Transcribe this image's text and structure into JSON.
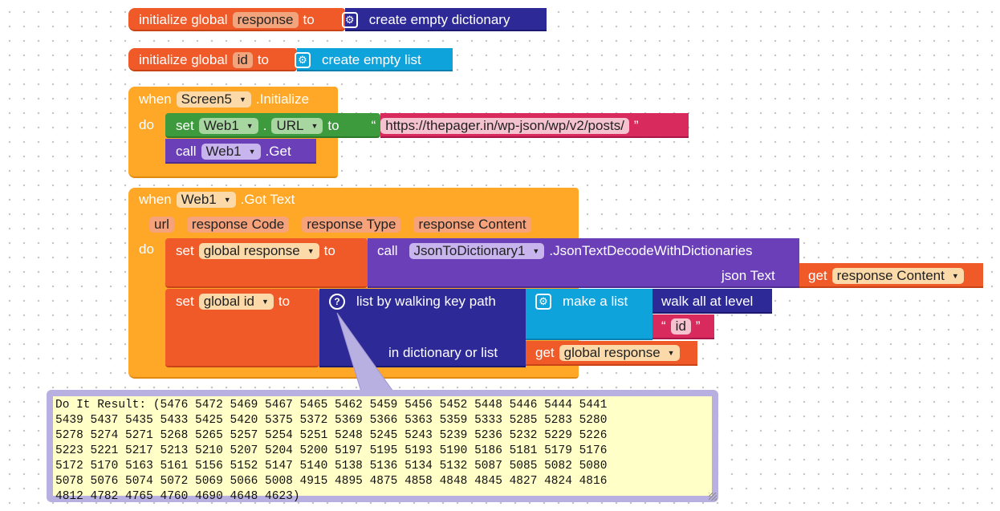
{
  "blocks": {
    "init_response": {
      "kw1": "initialize global",
      "var": "response",
      "kw2": "to",
      "value": "create empty dictionary"
    },
    "init_id": {
      "kw1": "initialize global",
      "var": "id",
      "kw2": "to",
      "value": "create empty list"
    },
    "screen_init": {
      "when": "when",
      "component": "Screen5",
      "event": ".Initialize",
      "do": "do",
      "set_kw": "set",
      "set_component": "Web1",
      "dot": ".",
      "set_prop": "URL",
      "to": "to",
      "url_open_quote": "“",
      "url_value": "https://thepager.in/wp-json/wp/v2/posts/",
      "url_close_quote": "”",
      "call_kw": "call",
      "call_component": "Web1",
      "call_method": ".Get"
    },
    "got_text": {
      "when": "when",
      "component": "Web1",
      "event": ".Got Text",
      "params": [
        "url",
        "response Code",
        "response Type",
        "response Content"
      ],
      "do": "do",
      "set1_kw": "set",
      "set1_var": "global response",
      "set1_to": "to",
      "call_kw": "call",
      "call_component": "JsonToDictionary1",
      "call_method": ".JsonTextDecodeWithDictionaries",
      "json_text_label": "json Text",
      "get_kw": "get",
      "get_var": "response Content",
      "set2_kw": "set",
      "set2_var": "global id",
      "set2_to": "to",
      "walk_label": "list by walking key path",
      "make_list": "make a list",
      "walk_all": "walk all at level",
      "id_open_quote": "“",
      "id_value": "id",
      "id_close_quote": "”",
      "in_dict_label": "in dictionary or list",
      "get2_kw": "get",
      "get2_var": "global response"
    }
  },
  "result": {
    "text": "Do It Result: (5476 5472 5469 5467 5465 5462 5459 5456 5452 5448 5446 5444 5441\n5439 5437 5435 5433 5425 5420 5375 5372 5369 5366 5363 5359 5333 5285 5283 5280\n5278 5274 5271 5268 5265 5257 5254 5251 5248 5245 5243 5239 5236 5232 5229 5226\n5223 5221 5217 5213 5210 5207 5204 5200 5197 5195 5193 5190 5186 5181 5179 5176\n5172 5170 5163 5161 5156 5152 5147 5140 5138 5136 5134 5132 5087 5085 5082 5080\n5078 5076 5074 5072 5069 5066 5008 4915 4895 4875 4858 4848 4845 4827 4824 4816\n4812 4782 4765 4760 4690 4648 4623)"
  },
  "colors": {
    "variables": "#f05a29",
    "control": "#ffa726",
    "web": "#3d9a3d",
    "call": "#6a3fb8",
    "text": "#d92a5e",
    "dictionary": "#2d2a97",
    "list": "#0fa3dc",
    "tooltip_bg": "#ffffc7",
    "tooltip_border": "#9f96d4"
  }
}
